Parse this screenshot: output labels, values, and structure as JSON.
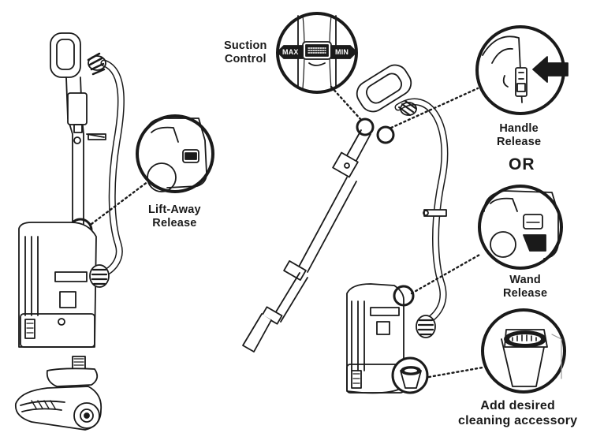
{
  "labels": {
    "suction_control": [
      "Suction",
      "Control"
    ],
    "suction_max": "MAX",
    "suction_min": "MIN",
    "lift_away_release": [
      "Lift-Away",
      "Release"
    ],
    "handle_release": [
      "Handle",
      "Release"
    ],
    "or_word": "OR",
    "wand_release": [
      "Wand",
      "Release"
    ],
    "add_accessory": [
      "Add desired",
      "cleaning accessory"
    ]
  },
  "colors": {
    "line": "#1a1a1a",
    "fill": "#ffffff",
    "dark": "#1a1a1a",
    "mid_gray": "#9a9a9a"
  }
}
